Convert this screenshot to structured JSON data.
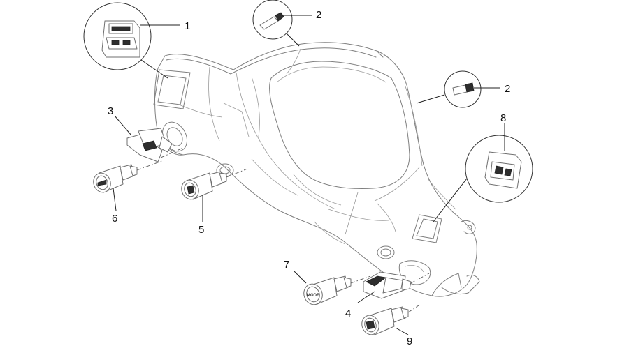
{
  "callouts": [
    {
      "id": "c1",
      "label": "1"
    },
    {
      "id": "c2a",
      "label": "2"
    },
    {
      "id": "c2b",
      "label": "2"
    },
    {
      "id": "c3",
      "label": "3"
    },
    {
      "id": "c4",
      "label": "4"
    },
    {
      "id": "c5",
      "label": "5"
    },
    {
      "id": "c6",
      "label": "6"
    },
    {
      "id": "c7",
      "label": "7"
    },
    {
      "id": "c8",
      "label": "8"
    },
    {
      "id": "c9",
      "label": "9"
    }
  ],
  "button_text": {
    "mode": "MODE"
  },
  "colors": {
    "outline": "#7f7f7f",
    "leader": "#222222",
    "background": "#ffffff"
  }
}
